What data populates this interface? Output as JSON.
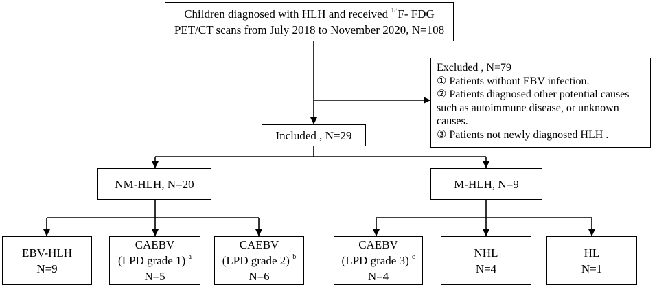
{
  "top_box": {
    "line1_pre": "Children diagnosed with HLH and received ",
    "line1_sup": "18",
    "line1_post": "F- FDG",
    "line2": "PET/CT scans from July 2018 to November 2020, N=108"
  },
  "excluded_box": {
    "title": "Excluded , N=79",
    "item1": "① Patients without EBV infection.",
    "item2_line1": "② Patients diagnosed other  potential causes",
    "item2_line2": "such as autoimmune disease, or unknown",
    "item2_line3": "causes.",
    "item3": "③ Patients not newly diagnosed HLH ."
  },
  "included_box": {
    "label": "Included , N=29"
  },
  "nm_hlh_box": {
    "label": "NM-HLH, N=20"
  },
  "m_hlh_box": {
    "label": "M-HLH, N=9"
  },
  "leaves": {
    "ebv_hlh": {
      "line1": "EBV-HLH",
      "line2": "N=9"
    },
    "caebv1": {
      "line1": "CAEBV",
      "line2": "(LPD grade 1)",
      "sup": "a",
      "line3": "N=5"
    },
    "caebv2": {
      "line1": "CAEBV",
      "line2": "(LPD grade 2)",
      "sup": "b",
      "line3": "N=6"
    },
    "caebv3": {
      "line1": "CAEBV",
      "line2": "(LPD grade 3)",
      "sup": "c",
      "line3": "N=4"
    },
    "nhl": {
      "line1": "NHL",
      "line2": "N=4"
    },
    "hl": {
      "line1": "HL",
      "line2": "N=1"
    }
  }
}
